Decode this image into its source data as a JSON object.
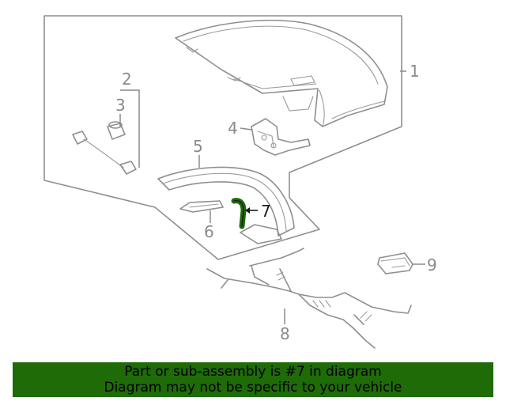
{
  "callouts": {
    "c1": "1",
    "c2": "2",
    "c3": "3",
    "c4": "4",
    "c5": "5",
    "c6": "6",
    "c7": "7",
    "c8": "8",
    "c9": "9"
  },
  "highlight_callout": "7",
  "banner": {
    "line1": "Part or sub-assembly is #7 in diagram",
    "line2": "Diagram may not be specific to your vehicle"
  },
  "colors": {
    "banner_bg": "#1e6b08",
    "highlight_part": "#1e6b08",
    "line_art": "#8f8f8f"
  }
}
